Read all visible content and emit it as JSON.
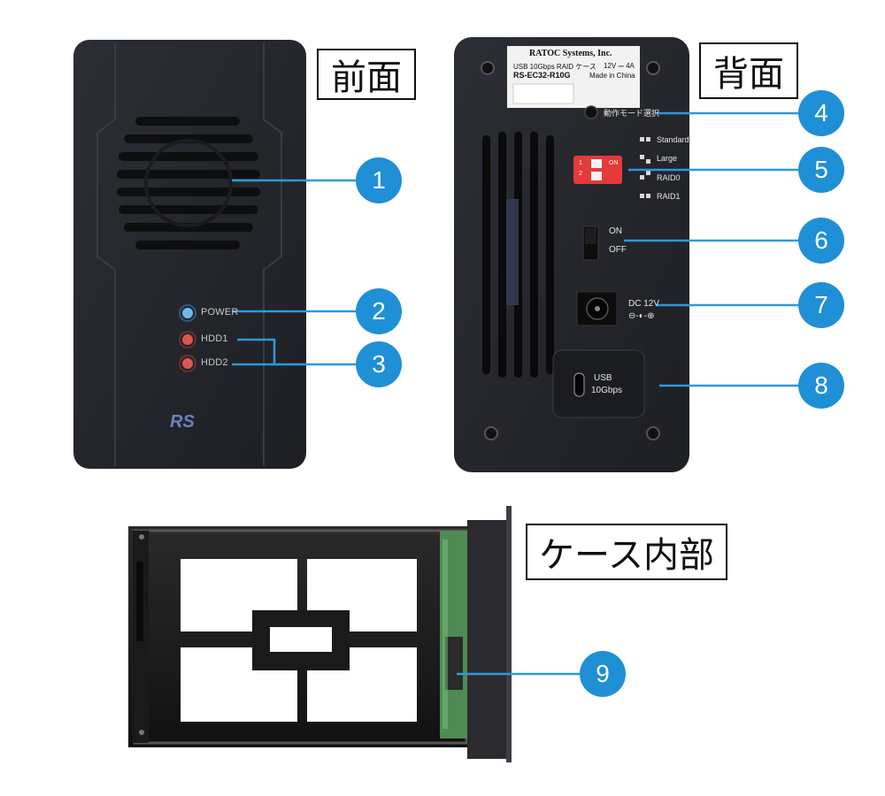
{
  "labels": {
    "front": "前面",
    "back": "背面",
    "case_inside": "ケース内部"
  },
  "front_panel": {
    "led_power": "POWER",
    "led_hdd1": "HDD1",
    "led_hdd2": "HDD2",
    "logo": "RS"
  },
  "back_panel": {
    "sticker_brand": "RATOC Systems, Inc.",
    "sticker_line1": "USB 10Gbps RAID ケース",
    "sticker_rating": "12V ⎓ 4A",
    "sticker_model": "RS-EC32-R10G",
    "sticker_origin": "Made in China",
    "mode_button_label": "動作モード選択",
    "dip_modes": [
      "Standard",
      "Large",
      "RAID0",
      "RAID1"
    ],
    "switch_on": "ON",
    "switch_off": "OFF",
    "dc_label": "DC 12V",
    "usb_label_1": "USB",
    "usb_label_2": "10Gbps",
    "dip_on_label": "ON",
    "dip_numbers": [
      "1",
      "2"
    ]
  },
  "callouts": [
    "1",
    "2",
    "3",
    "4",
    "5",
    "6",
    "7",
    "8",
    "9"
  ],
  "colors": {
    "callout": "#1f8fd6",
    "line": "#2f98da",
    "device": "#24262c"
  }
}
